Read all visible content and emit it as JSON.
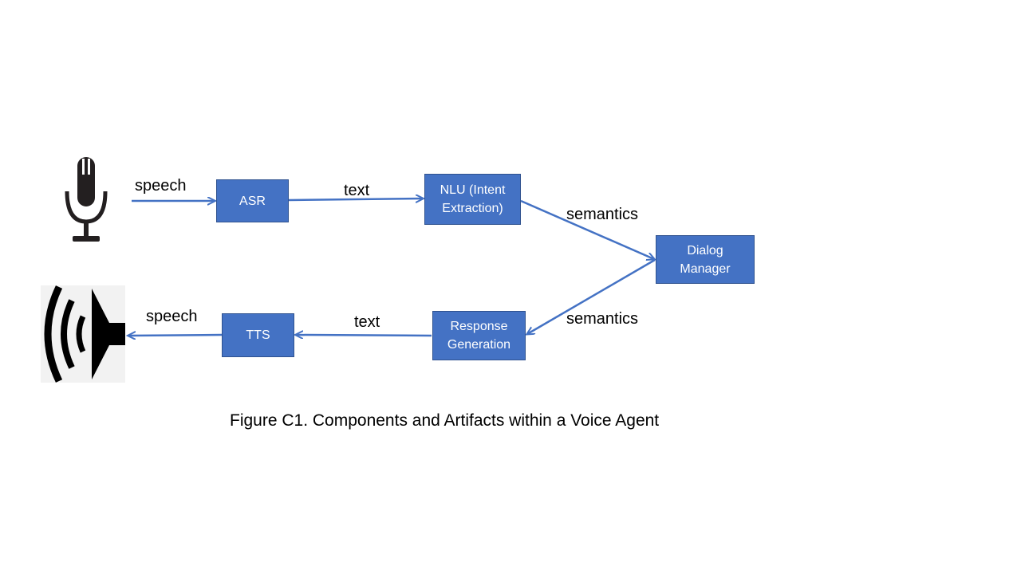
{
  "diagram": {
    "nodes": {
      "asr": "ASR",
      "nlu": "NLU (Intent\nExtraction)",
      "dialog": "Dialog\nManager",
      "response": "Response\nGeneration",
      "tts": "TTS"
    },
    "edges": {
      "mic_to_asr": "speech",
      "asr_to_nlu": "text",
      "nlu_to_dialog": "semantics",
      "dialog_to_response": "semantics",
      "response_to_tts": "text",
      "tts_to_speaker": "speech"
    },
    "icons": {
      "input": "microphone-icon",
      "output": "speaker-icon"
    },
    "colors": {
      "box_fill": "#4472c4",
      "box_border": "#2f528f",
      "arrow": "#4472c4"
    }
  },
  "caption": "Figure C1. Components and Artifacts within a Voice Agent"
}
